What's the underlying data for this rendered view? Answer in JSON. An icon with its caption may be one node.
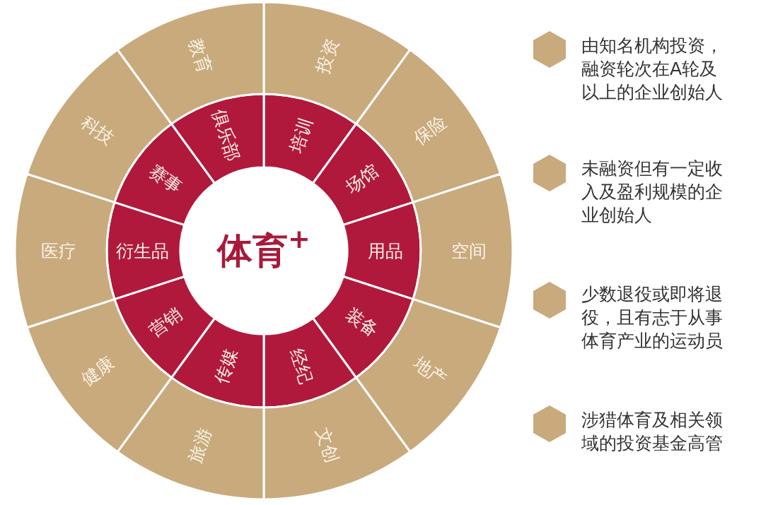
{
  "diagram": {
    "nodes": [
      {
        "text": [
          "体育$^{+}$"
        ]
      },
      {
        "text": [
          "培训"
        ]
      },
      {
        "text": [
          "场馆"
        ]
      },
      {
        "text": [
          "用品"
        ]
      },
      {
        "text": [
          "装备"
        ]
      },
      {
        "text": [
          "经纪"
        ]
      },
      {
        "text": [
          "传媒"
        ]
      },
      {
        "text": [
          "营销"
        ]
      },
      {
        "text": [
          "衍生品"
        ]
      },
      {
        "text": [
          "赛事"
        ]
      },
      {
        "text": [
          "俱乐部"
        ]
      },
      {
        "text": [
          "投资"
        ]
      },
      {
        "text": [
          "保险"
        ]
      },
      {
        "text": [
          "空间"
        ]
      },
      {
        "text": [
          "地产"
        ]
      },
      {
        "text": [
          "文创"
        ]
      },
      {
        "text": [
          "旅游"
        ]
      },
      {
        "text": [
          "健康"
        ]
      },
      {
        "text": [
          "医疗"
        ]
      },
      {
        "text": [
          "科技"
        ]
      },
      {
        "text": [
          "教育"
        ]
      }
    ],
    "labels": [
      "由知名机构投资，融资轮次在A轮及以上的企业创始人",
      "未融资但有一定收入及盈利规模的企业创始人",
      "少数退役或即将退役，且有志于从事体育产业的运动员",
      "涉猎体育及相关领域的投资基金高管"
    ]
  }
}
